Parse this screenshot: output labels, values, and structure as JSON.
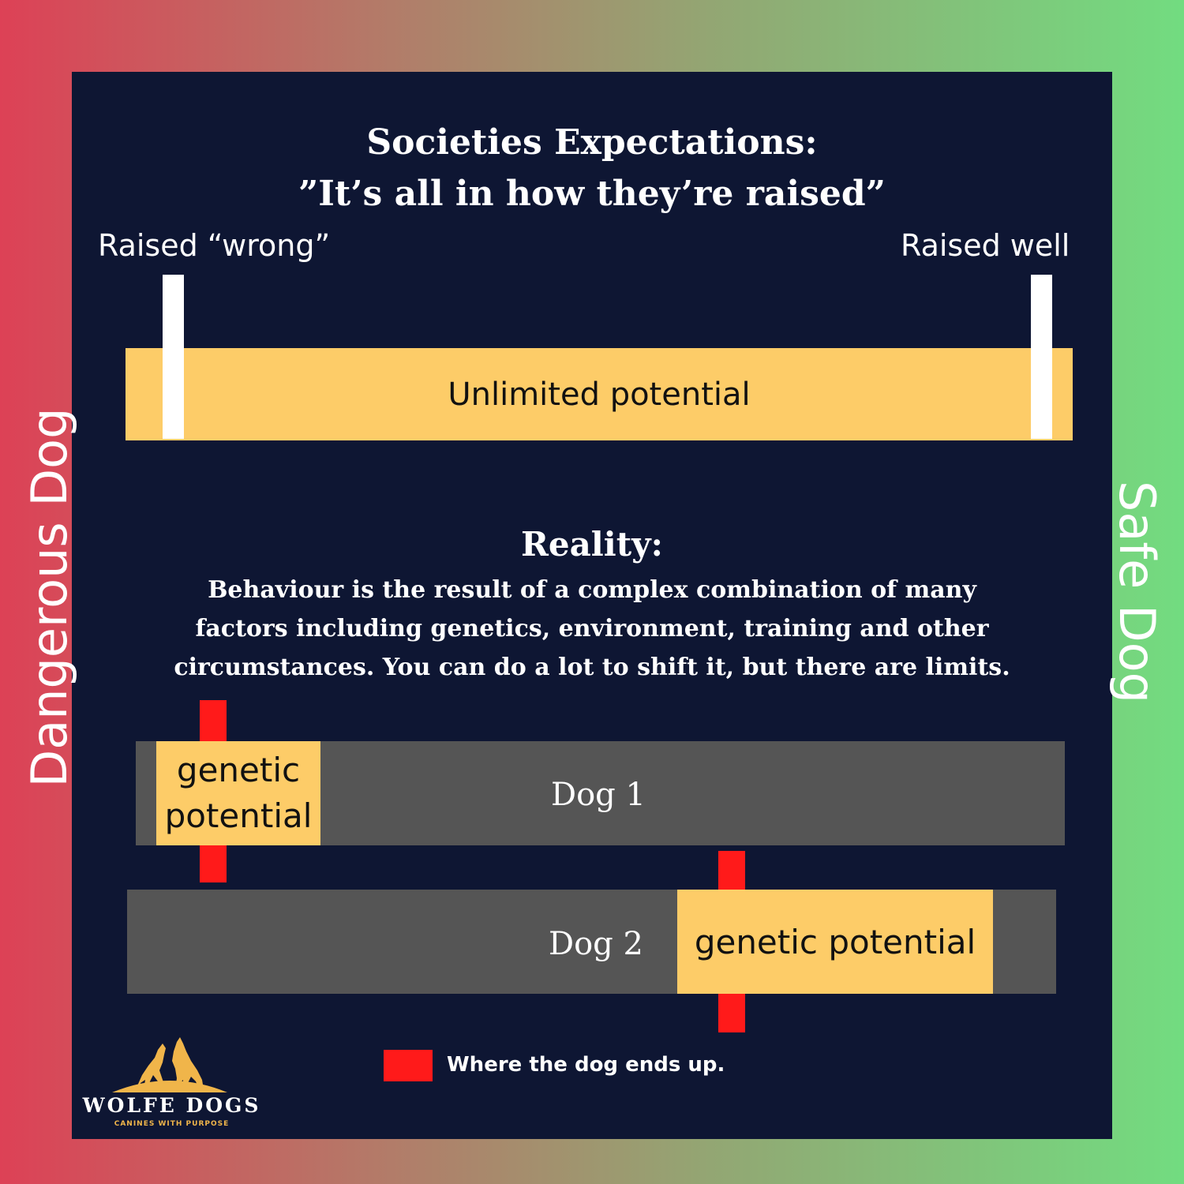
{
  "side_labels": {
    "left": "Dangerous Dog",
    "right": "Safe Dog"
  },
  "expectations": {
    "title_line1": "Societies Expectations:",
    "title_line2": "”It’s all in how they’re raised”",
    "left_end": "Raised “wrong”",
    "right_end": "Raised well",
    "bar_label": "Unlimited potential"
  },
  "reality": {
    "title": "Reality:",
    "body": "Behaviour is the result of a complex combination of many factors including genetics, environment, training and other circumstances. You can do a lot to shift it, but there are limits."
  },
  "dogs": [
    {
      "name": "Dog 1",
      "potential_label": "genetic potential"
    },
    {
      "name": "Dog 2",
      "potential_label": "genetic potential"
    }
  ],
  "legend": {
    "text": "Where the dog ends up."
  },
  "logo": {
    "name": "WOLFE DOGS",
    "tagline": "CANINES WITH PURPOSE"
  },
  "colors": {
    "panel": "#0e1633",
    "gradient_left": "#dd4156",
    "gradient_right": "#72dc80",
    "potential": "#fdcc68",
    "dog_bar": "#555555",
    "marker": "#ff1a1a",
    "logo_gold": "#f0b54a"
  }
}
